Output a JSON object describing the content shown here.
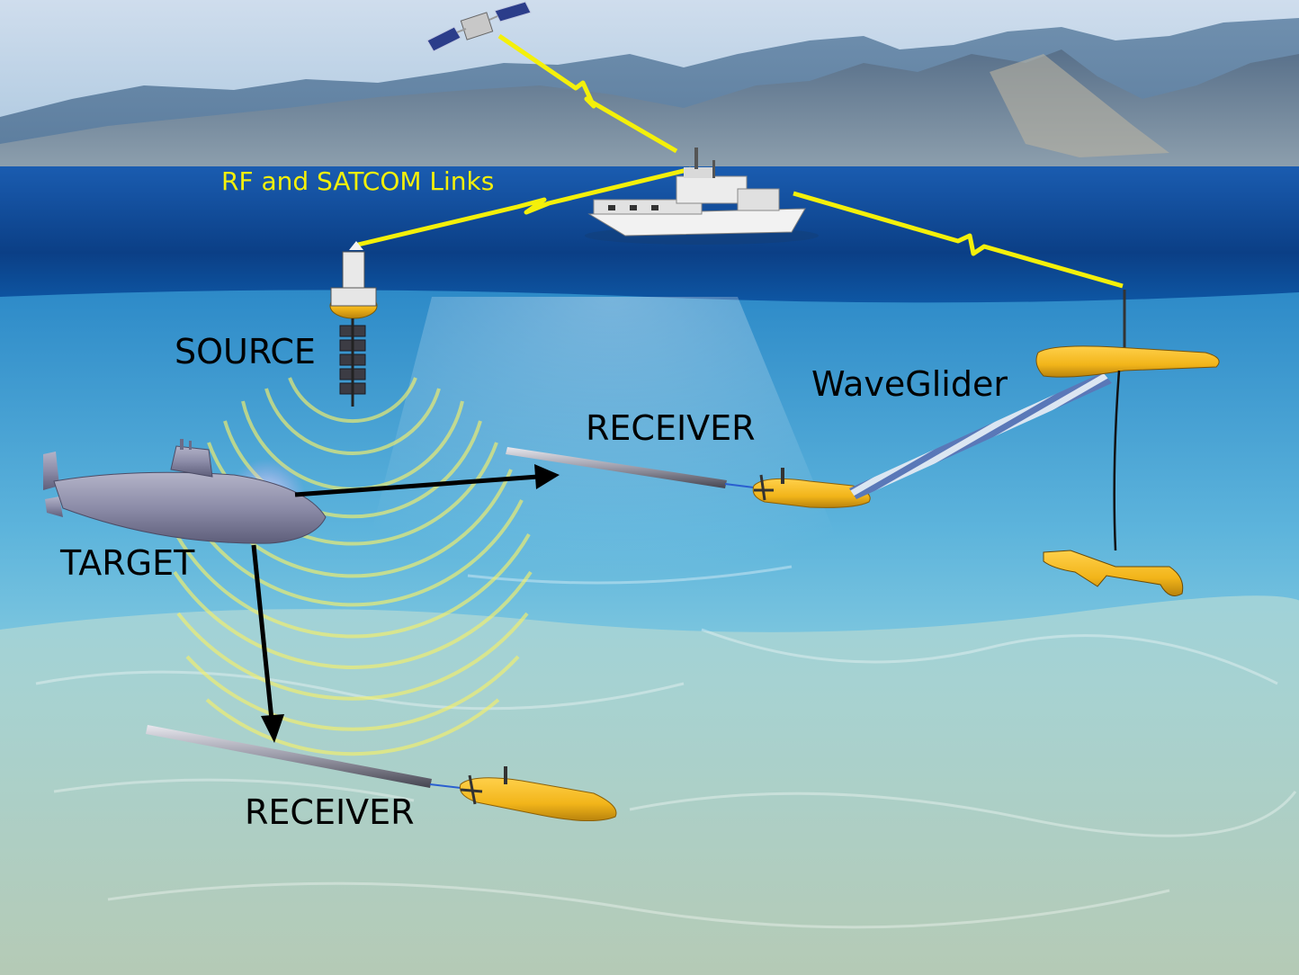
{
  "labels": {
    "links": "RF and SATCOM Links",
    "source": "SOURCE",
    "waveglider": "WaveGlider",
    "receiver_upper": "RECEIVER",
    "target": "TARGET",
    "receiver_lower": "RECEIVER"
  },
  "colors": {
    "sky": "#a9c6de",
    "sea_surface": "#0d4f9c",
    "underwater": "#5fb0d6",
    "seabed": "#9ec8c4",
    "link_line": "#f4f00a",
    "vehicle_yellow": "#f2b51a",
    "submarine": "#8c8ca8",
    "arrow": "#000000"
  }
}
